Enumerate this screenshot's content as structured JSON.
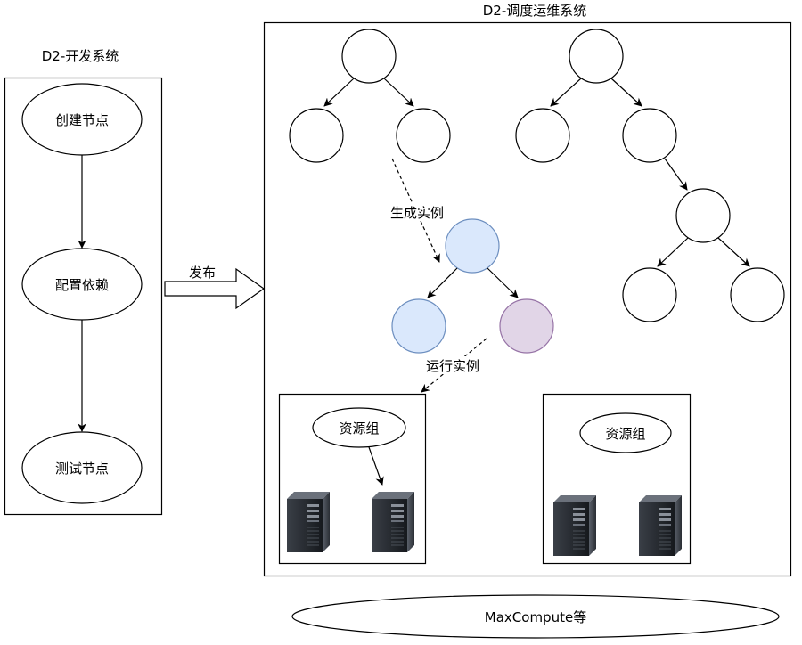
{
  "dev_system": {
    "title": "D2-开发系统",
    "steps": [
      "创建节点",
      "配置依赖",
      "测试节点"
    ]
  },
  "publish_label": "发布",
  "ops_system": {
    "title": "D2-调度运维系统",
    "generate_instance_label": "生成实例",
    "run_instance_label": "运行实例",
    "resource_group_left": "资源组",
    "resource_group_right": "资源组"
  },
  "compute_engine": "MaxCompute等",
  "colors": {
    "instance_blue_fill": "#dae8fc",
    "instance_blue_stroke": "#6c8ebf",
    "instance_purple_fill": "#e1d5e7",
    "instance_purple_stroke": "#9673a6"
  },
  "icons": {
    "server": "server-icon"
  }
}
